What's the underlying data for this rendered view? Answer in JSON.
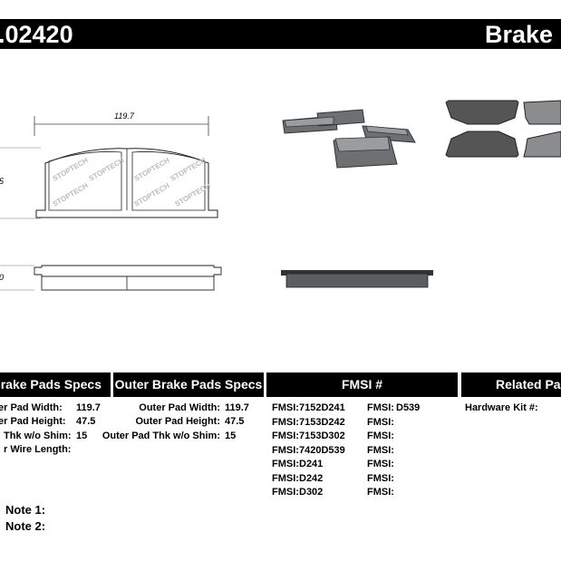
{
  "header": {
    "part_number": ".02420",
    "title": "Brake P"
  },
  "drawing": {
    "width_dim": "119.7",
    "height_dim": "5",
    "thickness_dim": "0"
  },
  "logo_text": "STOPTECH",
  "sections": {
    "inner": {
      "header": "Brake Pads Specs",
      "rows": [
        {
          "label": "er Pad Width:",
          "value": "119.7"
        },
        {
          "label": "er Pad Height:",
          "value": "47.5"
        },
        {
          "label": "Thk w/o Shim:",
          "value": "15"
        },
        {
          "label": "r Wire Length:",
          "value": ""
        }
      ]
    },
    "outer": {
      "header": "Outer Brake Pads Specs",
      "rows": [
        {
          "label": "Outer Pad Width:",
          "value": "119.7"
        },
        {
          "label": "Outer Pad Height:",
          "value": "47.5"
        },
        {
          "label": "Outer Pad Thk w/o Shim:",
          "value": "15"
        }
      ]
    },
    "fmsi": {
      "header": "FMSI #",
      "label": "FMSI:",
      "col1": [
        "7152D241",
        "7153D242",
        "7153D302",
        "7420D539",
        "D241",
        "D242",
        "D302"
      ],
      "col2": [
        "D539",
        "",
        "",
        "",
        "",
        "",
        ""
      ]
    },
    "related": {
      "header": "Related Par",
      "hardware_label": "Hardware Kit #:"
    }
  },
  "notes": {
    "note1": "Note 1:",
    "note2": "Note 2:"
  }
}
